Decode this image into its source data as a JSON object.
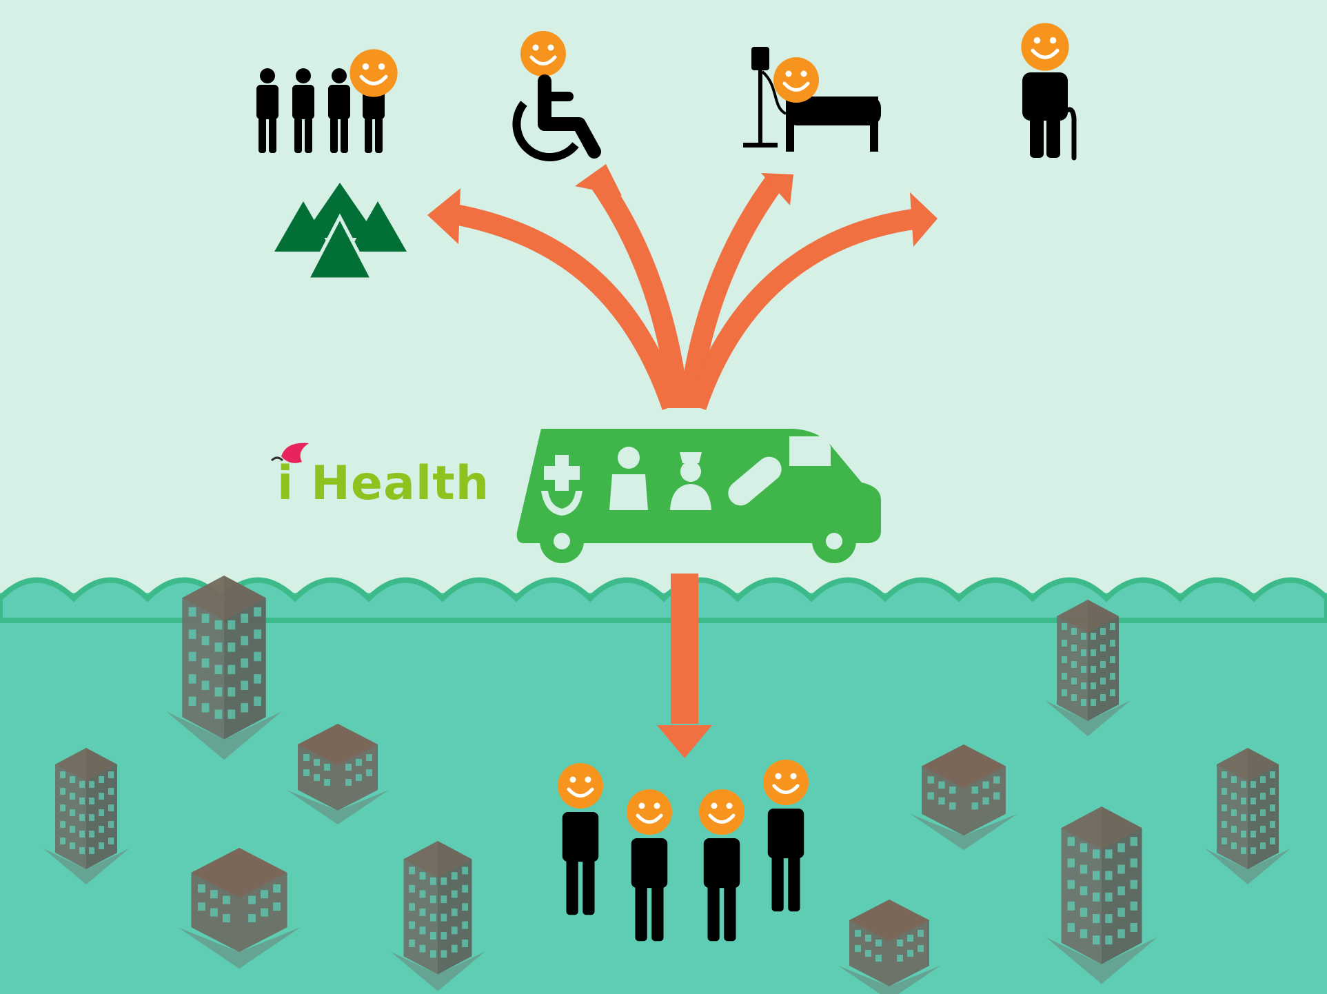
{
  "logo": {
    "text": "i Health"
  },
  "colors": {
    "sky": "#d6f0e6",
    "water": "#5ecdb4",
    "wave": "#3dba8a",
    "arrow": "#f07042",
    "van": "#3fb54a",
    "face": "#f7941d",
    "person": "#000000",
    "mountain": "#016f36",
    "building_wall": "#6e7068",
    "building_roof": "#7a6759",
    "logo_text": "#8dc21f",
    "logo_bird": "#e8245c"
  },
  "top_groups": [
    {
      "name": "rural-group",
      "icons": [
        "person-icon",
        "person-icon",
        "person-icon",
        "person-icon",
        "mountains-icon"
      ]
    },
    {
      "name": "wheelchair-user",
      "icons": [
        "wheelchair-icon"
      ]
    },
    {
      "name": "bedridden-patient",
      "icons": [
        "hospital-bed-icon",
        "iv-stand-icon"
      ]
    },
    {
      "name": "elderly-person",
      "icons": [
        "cane-icon"
      ]
    }
  ],
  "van_icons": [
    "hands-cross-icon",
    "doctor-icon",
    "nurse-icon",
    "pill-icon"
  ],
  "bottom_group": {
    "count": 4
  }
}
